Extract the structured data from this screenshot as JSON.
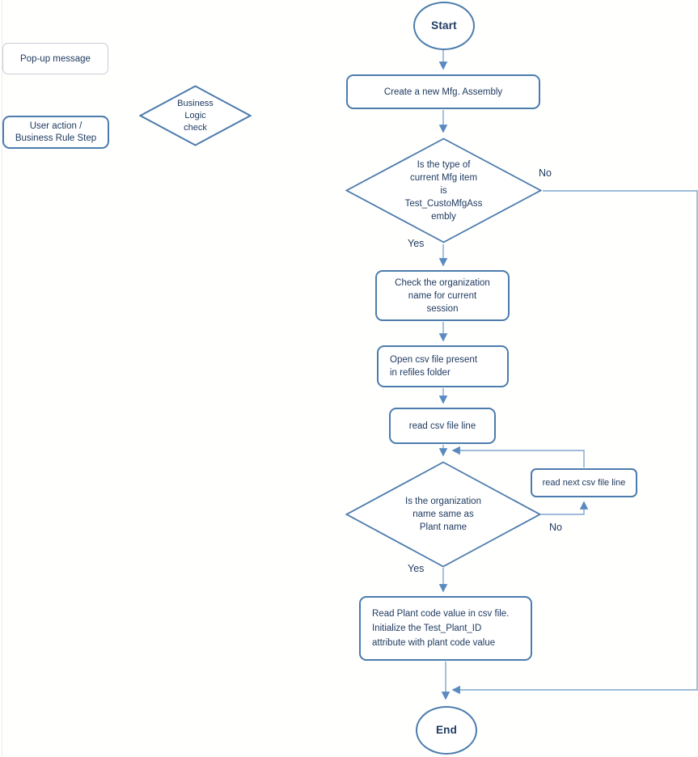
{
  "labels": {
    "start": "Start",
    "end": "End",
    "yes1": "Yes",
    "no1": "No",
    "yes2": "Yes",
    "no2": "No"
  },
  "nodes": {
    "create": "Create a new Mfg. Assembly",
    "type_check": "Is the type of\ncurrent Mfg item\nis\nTest_CustoMfgAss\nembly",
    "check_org": "Check the organization\nname for current\nsession",
    "open_csv": "Open csv file present\nin refiles folder",
    "read_csv": "read csv file line",
    "org_same": "Is the organization\nname same as\nPlant name",
    "read_next": "read next csv file line",
    "read_plant": "Read Plant code value in csv file.\nInitialize the Test_Plant_ID\nattribute with plant code value"
  },
  "legend": {
    "popup": "Pop-up message",
    "user_action": "User action /\nBusiness Rule Step",
    "logic_check": "Business\nLogic\ncheck"
  },
  "colors": {
    "shape_border": "#4c7cad",
    "connector_line": "#7fa5ce",
    "arrowhead": "#5b8ac0",
    "text": "#1f3a60",
    "popup_border": "#c7ccd2"
  }
}
